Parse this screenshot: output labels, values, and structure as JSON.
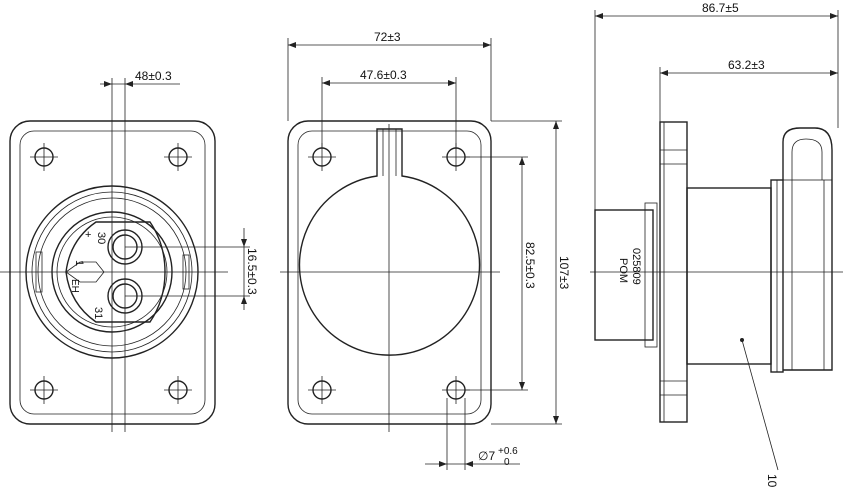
{
  "front_view": {
    "dim_pin_spacing": "48±0.3",
    "dim_vertical": "16.5±0.3",
    "label_30": "30",
    "label_plus": "+",
    "label_1": "1",
    "label_eh": "EH",
    "label_31": "31"
  },
  "cover_view": {
    "dim_width": "72±3",
    "dim_hole_spacing": "47.6±0.3",
    "dim_hole_v": "82.5±0.3",
    "dim_height": "107±3",
    "dim_hole_diameter": "∅7",
    "dim_hole_tol_upper": "+0.6",
    "dim_hole_tol_lower": "0"
  },
  "side_view": {
    "dim_total_length": "86.7±5",
    "dim_body_length": "63.2±3",
    "part_code": "025809",
    "material": "POM",
    "callout_number": "10"
  }
}
